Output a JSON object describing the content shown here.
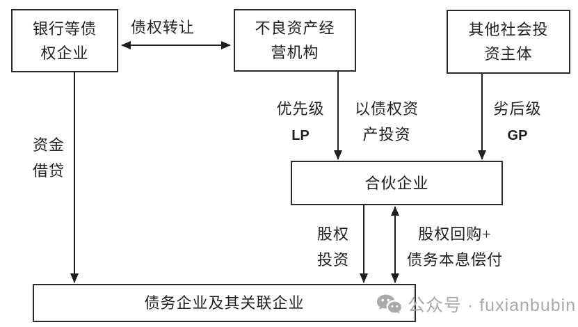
{
  "diagram": {
    "nodes": {
      "creditor": {
        "label": "银行等债\n权企业"
      },
      "npa": {
        "label": "不良资产经\n营机构"
      },
      "other": {
        "label": "其他社会投\n资主体"
      },
      "partnership": {
        "label": "合伙企业"
      },
      "debtor": {
        "label": "债务企业及其关联企业"
      }
    },
    "edges": {
      "debt_transfer": {
        "label": "债权转让"
      },
      "fund_lending": {
        "label": "资金\n借贷"
      },
      "senior_lp": {
        "line1": "优先级",
        "line2": "LP"
      },
      "debt_asset": {
        "label": "以债权资\n产投资"
      },
      "junior_gp": {
        "line1": "劣后级",
        "line2": "GP"
      },
      "equity_invest": {
        "label": "股权\n投资"
      },
      "repurchase": {
        "label": "股权回购+\n债务本息偿付"
      }
    },
    "watermark": {
      "text": "公众号 · fuxianbubin"
    },
    "colors": {
      "line": "#1f1f1f",
      "box_border": "#2a2a2a",
      "background": "#ffffff",
      "watermark_gray": "#a9a9a9"
    }
  }
}
